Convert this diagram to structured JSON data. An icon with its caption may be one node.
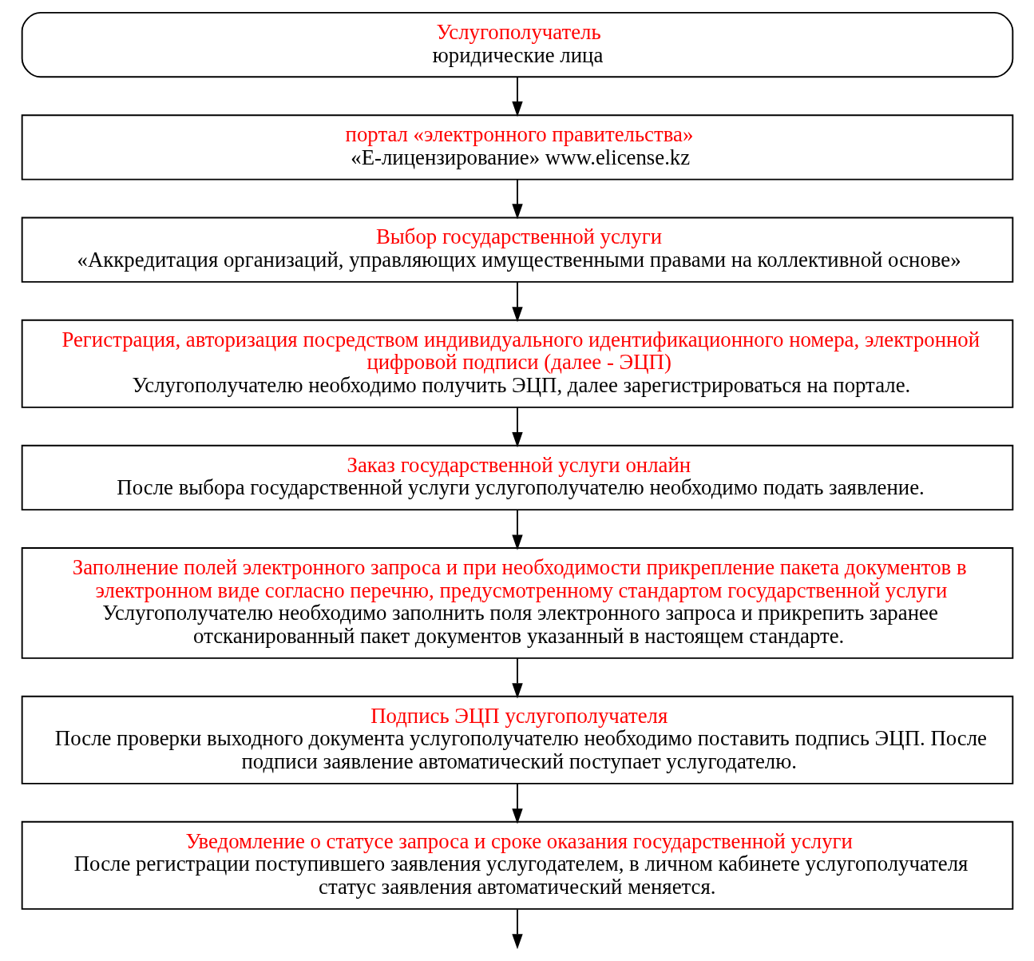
{
  "diagram": {
    "nodes": [
      {
        "text": [
          "Услугополучатель",
          "юридические лица"
        ]
      },
      {
        "text": [
          "портал «электронного правительства»",
          "«Е-лицензирование» www.elicense.kz"
        ]
      },
      {
        "text": [
          "Выбор государственной услуги",
          "«Аккредитация организаций, управляющих имущественными правами на коллективной основе»"
        ]
      },
      {
        "text": [
          "Регистрация, авторизация посредством индивидуального идентификационного номера, электронной цифровой подписи (далее - ЭЦП)",
          "Услугополучателю необходимо получить ЭЦП, далее зарегистрироваться на портале."
        ]
      },
      {
        "text": [
          "Заказ государственной услуги онлайн",
          "После выбора государственной услуги услугополучателю необходимо подать заявление."
        ]
      },
      {
        "text": [
          "Заполнение полей электронного запроса и при необходимости прикрепление пакета документов в электронном виде согласно перечню, предусмотренному стандартом государственной услуги",
          "Услугополучателю необходимо заполнить поля электронного запроса и прикрепить заранее отсканированный пакет документов указанный в настоящем стандарте."
        ]
      },
      {
        "text": [
          "Подпись ЭЦП услугополучателя",
          "После проверки выходного документа услугополучателю необходимо поставить подпись ЭЦП. После подписи заявление автоматический поступает услугодателю."
        ]
      },
      {
        "text": [
          "Уведомление о статусе запроса и сроке оказания государственной услуги",
          "После регистрации поступившего заявления услугодателем, в личном кабинете услугополучателя статус заявления автоматический меняется."
        ]
      }
    ],
    "edges": [
      {
        "from": 0,
        "to": 1,
        "arrow": "to"
      },
      {
        "from": 1,
        "to": 2,
        "arrow": "to"
      },
      {
        "from": 2,
        "to": 3,
        "arrow": "to"
      },
      {
        "from": 3,
        "to": 4,
        "arrow": "to"
      },
      {
        "from": 4,
        "to": 5,
        "arrow": "to"
      },
      {
        "from": 5,
        "to": 6,
        "arrow": "to"
      },
      {
        "from": 6,
        "to": 7,
        "arrow": "to"
      },
      {
        "from": 7,
        "to": null,
        "arrow": "to"
      }
    ]
  }
}
